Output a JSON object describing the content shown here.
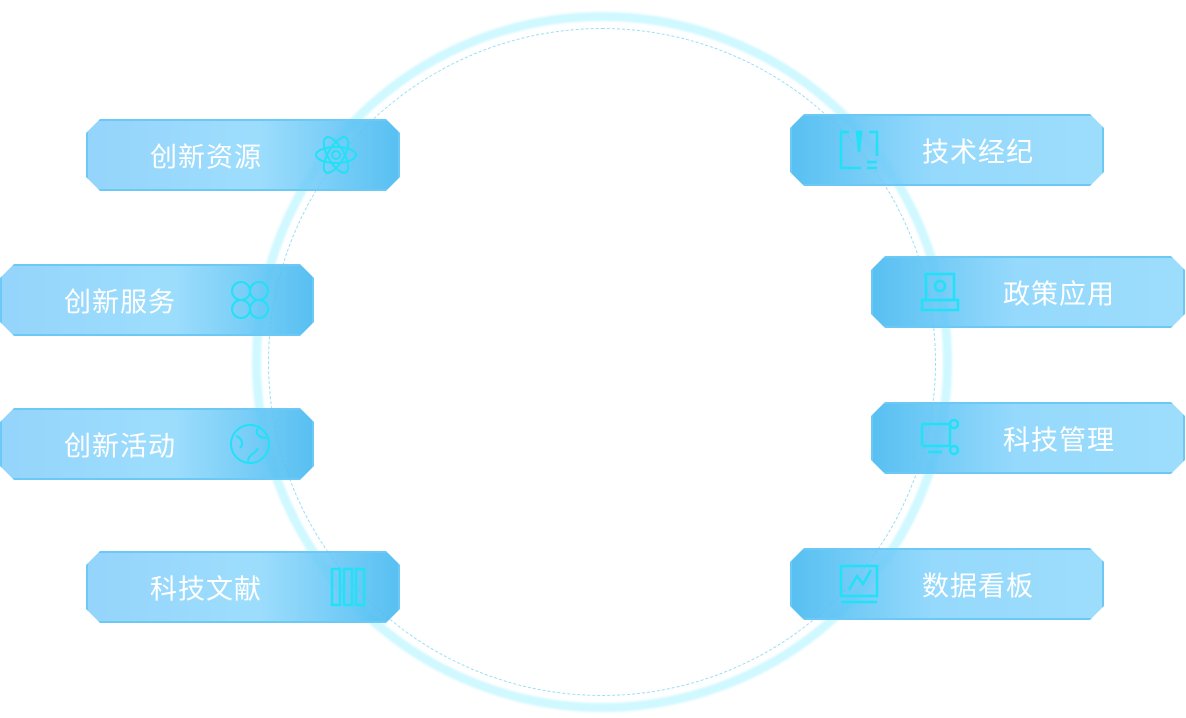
{
  "left_items": [
    {
      "label": "创新资源",
      "icon": "atom-icon"
    },
    {
      "label": "创新服务",
      "icon": "clover-icon"
    },
    {
      "label": "创新活动",
      "icon": "globe-icon"
    },
    {
      "label": "科技文献",
      "icon": "books-icon"
    }
  ],
  "right_items": [
    {
      "label": "技术经纪",
      "icon": "broker-icon"
    },
    {
      "label": "政策应用",
      "icon": "policy-icon"
    },
    {
      "label": "科技管理",
      "icon": "management-icon"
    },
    {
      "label": "数据看板",
      "icon": "dashboard-icon"
    }
  ],
  "colors": {
    "button": "#8fd3f9",
    "icon": "#22e0f5",
    "ring": "#96f0ff"
  }
}
